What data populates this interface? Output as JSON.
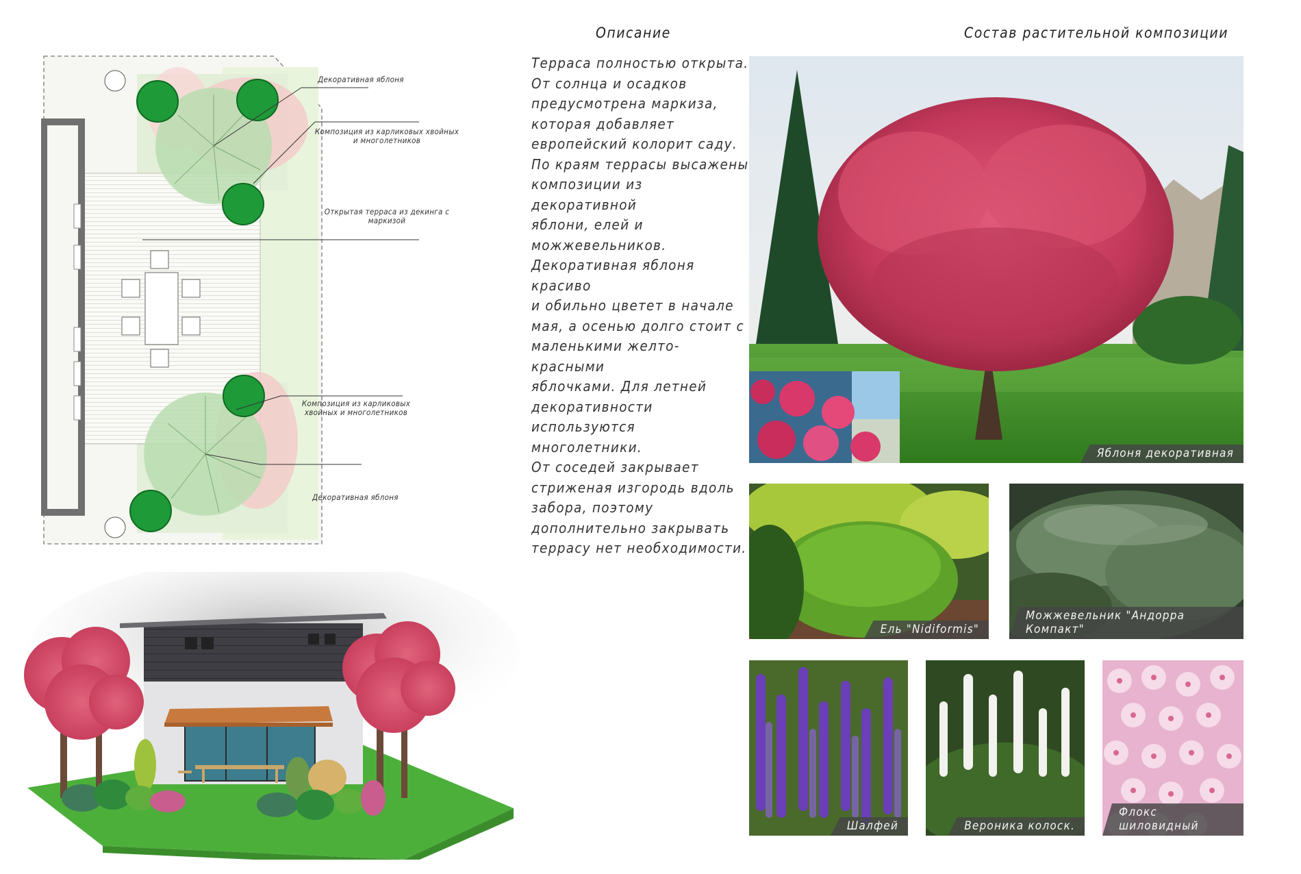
{
  "headings": {
    "description": "Описание",
    "composition": "Состав растительной композиции"
  },
  "description_text": "Терраса полностью открыта.\nОт солнца и осадков\nпредусмотрена маркиза,\nкоторая добавляет\nевропейский колорит саду.\nПо краям террасы высажены\nкомпозиции из декоративной\nяблони, елей и\nможжевельников.\nДекоративная яблоня красиво\nи обильно цветет в начале\nмая, а осенью долго стоит с\nмаленькими желто-красными\nяблочками. Для летней\nдекоративности\nиспользуются многолетники.\nОт соседей закрывает\nстриженая изгородь вдоль\nзабора, поэтому\nдополнительно закрывать\nтеррасу нет необходимости.",
  "plan_labels": {
    "apple_top": "Декоративная яблоня",
    "composition_top": "Композиция из карликовых хвойных\nи многолетников",
    "terrace": "Открытая терраса из декинга с\nмаркизой",
    "composition_bottom": "Композиция из карликовых\nхвойных и многолетников",
    "apple_bottom": "Декоративная яблоня"
  },
  "captions": {
    "apple": "Яблоня декоративная",
    "spruce": "Ель \"Nidiformis\"",
    "juniper": "Можжевельник \"Андорра Компакт\"",
    "sage": "Шалфей",
    "veronica": "Вероника колоск.",
    "phlox": "Флокс шиловидный"
  },
  "colors": {
    "apple_pink": "#d8456a",
    "conifer_green": "#2e9a3e",
    "lawn_green": "#4caf3a",
    "caption_bg": "#464646"
  }
}
